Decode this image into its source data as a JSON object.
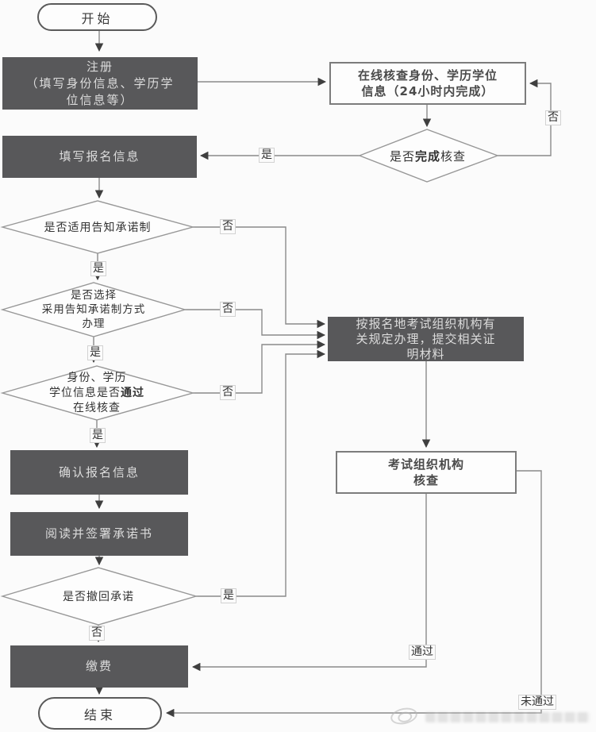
{
  "flow": {
    "start": "开始",
    "register": "注册\n（填写身份信息、学历学\n位信息等）",
    "online_check": "在线核查身份、学历学位\n信息（24小时内完成）",
    "d_complete": {
      "pre": "是否",
      "bold": "完成",
      "post": "核查"
    },
    "fill_info": "填写报名信息",
    "d_applicable": "是否适用告知承诺制",
    "d_choose": "是否选择\n采用告知承诺制方式\n办理",
    "d_online_pass": {
      "line1": "身份、学历",
      "pre": "学位信息是否",
      "bold": "通过",
      "line3": "在线核查"
    },
    "confirm": "确认报名信息",
    "sign": "阅读并签署承诺书",
    "d_withdraw": "是否撤回承诺",
    "pay": "缴费",
    "end": "结束",
    "local_rules": "按报名地考试组织机构有\n关规定办理，提交相关证\n明材料",
    "org_check": "考试组织机构\n核查"
  },
  "labels": {
    "yes": "是",
    "no": "否",
    "pass": "通过",
    "fail": "未通过"
  },
  "colors": {
    "process_box": "#58585a",
    "process_text": "#dcdcdc",
    "line": "#8a8a8a",
    "arrow": "#3f3f3f",
    "background": "#fbfbfb"
  }
}
